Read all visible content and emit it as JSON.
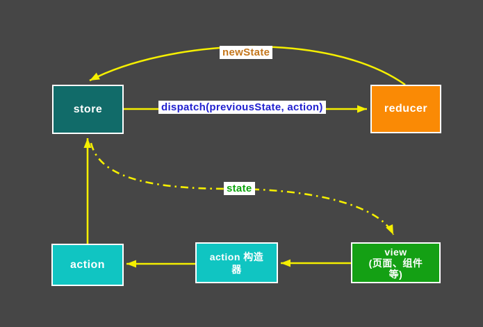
{
  "canvas": {
    "background": "#464646",
    "arrow_color": "#f5ef00",
    "node_border_color": "#ffffff",
    "label_background": "#ffffff"
  },
  "nodes": {
    "store": {
      "label": "store",
      "fill": "#116b69",
      "text_color": "#ffffff"
    },
    "reducer": {
      "label": "reducer",
      "fill": "#fa8a05",
      "text_color": "#ffffff"
    },
    "action": {
      "label": "action",
      "fill": "#10c5c2",
      "text_color": "#ffffff"
    },
    "action_creator": {
      "lines": [
        "action 构造",
        "器"
      ],
      "fill": "#10c5c2",
      "text_color": "#ffffff"
    },
    "view": {
      "lines": [
        "view",
        "(页面、组件",
        "等)"
      ],
      "fill": "#14a014",
      "text_color": "#ffffff"
    }
  },
  "edges": {
    "new_state": {
      "label": "newState",
      "text_color": "#c4761b",
      "from": "reducer",
      "to": "store",
      "line_style": "solid-curve"
    },
    "dispatch": {
      "label": "dispatch(previousState, action)",
      "text_color": "#2121cf",
      "from": "store",
      "to": "reducer",
      "line_style": "solid-line"
    },
    "state": {
      "label": "state",
      "text_color": "#0da40d",
      "from": "store",
      "to": "view",
      "line_style": "dash-dot-curve"
    },
    "action_to_store": {
      "from": "action",
      "to": "store",
      "line_style": "solid-line"
    },
    "creator_to_action": {
      "from": "action_creator",
      "to": "action",
      "line_style": "solid-line"
    },
    "view_to_creator": {
      "from": "view",
      "to": "action_creator",
      "line_style": "solid-line"
    }
  }
}
